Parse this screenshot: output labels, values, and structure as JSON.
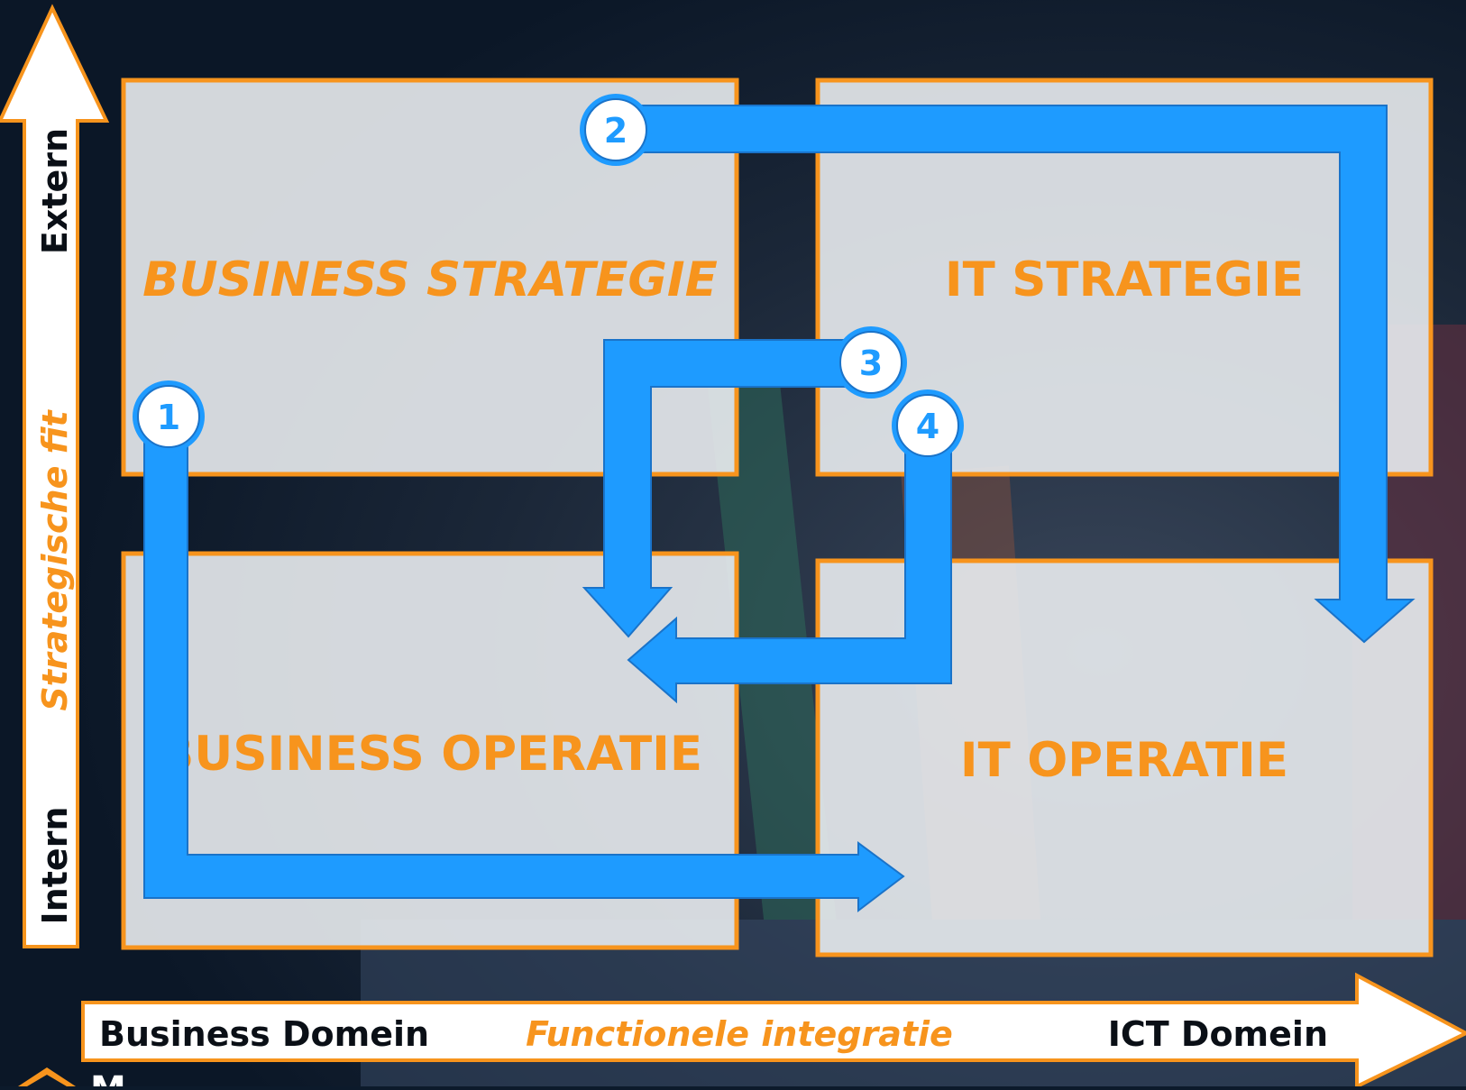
{
  "colors": {
    "background": "#0c1a2b",
    "accent_orange": "#f7941d",
    "arrow_blue": "#1e9bff",
    "panel_fill": "#e9ecf0",
    "label_dark": "#0a0f16",
    "white": "#ffffff"
  },
  "quadrants": {
    "business_strategy": "BUSINESS STRATEGIE",
    "it_strategy": "IT STRATEGIE",
    "business_operation": "BUSINESS OPERATIE",
    "it_operation": "IT OPERATIE"
  },
  "vertical_axis": {
    "top": "Extern",
    "middle": "Strategische fit",
    "bottom": "Intern"
  },
  "horizontal_axis": {
    "left": "Business Domein",
    "middle": "Functionele integratie",
    "right": "ICT Domein"
  },
  "steps": [
    "1",
    "2",
    "3",
    "4"
  ],
  "logo": {
    "text": "M",
    "icon": "box-logo-icon"
  }
}
